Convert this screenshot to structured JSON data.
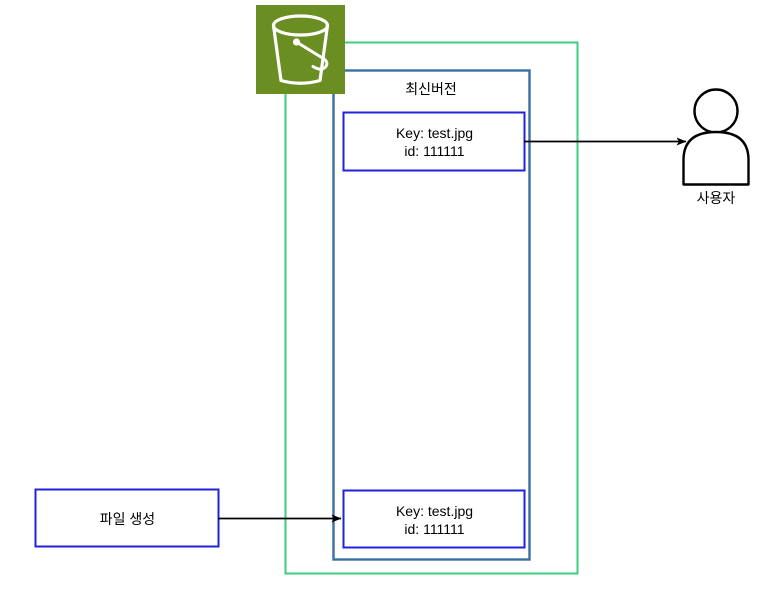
{
  "diagram": {
    "title_visible": false,
    "colors": {
      "bucket_fill": "#6B8E23",
      "bucket_stroke": "#FFFFFF",
      "version_group_border": "#3ECF7C",
      "bucket_group_border": "#3B6EA5",
      "object_box_border": "#2222DD",
      "source_box_border": "#2222DD",
      "arrow": "#000000",
      "actor_stroke": "#000000",
      "text": "#000000"
    },
    "icons": {
      "bucket": "s3-bucket-icon",
      "actor": "user-actor-icon"
    },
    "groups": {
      "outer_green": {
        "name": "versioning-scope-group",
        "label": ""
      },
      "inner_blue": {
        "name": "bucket-contents-group",
        "label": "최신버전"
      }
    },
    "objects": [
      {
        "name": "latest-version-object",
        "key_line": "Key: test.jpg",
        "id_line": "id: 111111"
      },
      {
        "name": "stored-object",
        "key_line": "Key: test.jpg",
        "id_line": "id: 111111"
      }
    ],
    "source_box": {
      "name": "file-create-box",
      "label": "파일 생성"
    },
    "actor": {
      "name": "user-actor",
      "label": "사용자"
    },
    "arrows": [
      {
        "name": "arrow-object-to-user",
        "label": "",
        "from": "latest-version-object",
        "to": "user-actor"
      },
      {
        "name": "arrow-file-create-to-object",
        "label": "",
        "from": "file-create-box",
        "to": "stored-object"
      }
    ]
  }
}
